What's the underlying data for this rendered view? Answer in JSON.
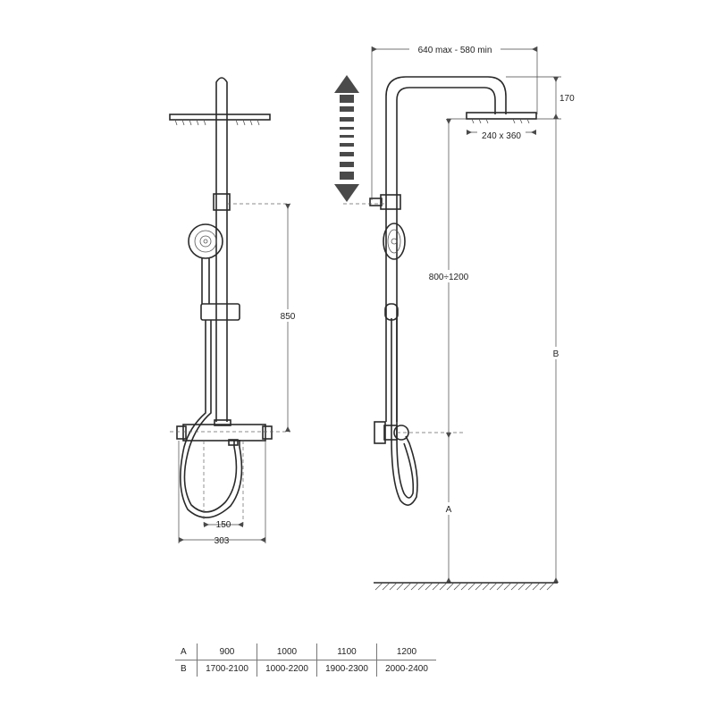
{
  "dimensions": {
    "arm_reach": "640 max - 580 min",
    "arm_drop": "170",
    "head_size": "240 x 360",
    "bar_height": "800÷1200",
    "valve_to_slider": "850",
    "outlet_spacing": "150",
    "overall_width": "303",
    "label_a": "A",
    "label_b": "B"
  },
  "table": {
    "rows": [
      {
        "head": "A",
        "cells": [
          "900",
          "1000",
          "1100",
          "1200"
        ]
      },
      {
        "head": "B",
        "cells": [
          "1700-2100",
          "1000-2200",
          "1900-2300",
          "2000-2400"
        ]
      }
    ]
  },
  "colors": {
    "line": "#2a2a2a",
    "arrow": "#4a4a4a"
  },
  "icons": {
    "height_adjust": "double-arrow-icon"
  }
}
